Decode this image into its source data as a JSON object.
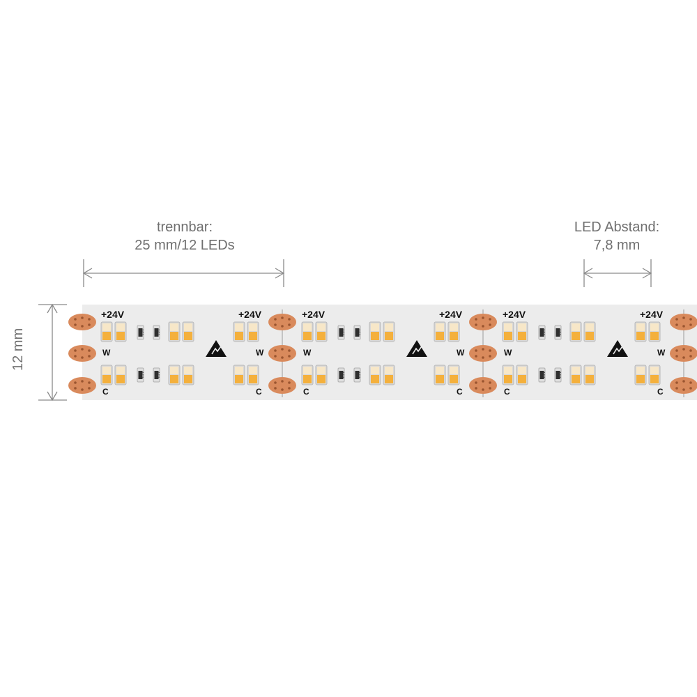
{
  "dimensions": {
    "separable_label": "trennbar:",
    "separable_value": "25 mm/12 LEDs",
    "spacing_label": "LED Abstand:",
    "spacing_value": "7,8 mm",
    "width_value": "12 mm"
  },
  "strip": {
    "voltage_label": "+24V",
    "warm_label": "W",
    "cold_label": "C",
    "resistor_code": "151",
    "colors": {
      "pcb": "#ececec",
      "pad": "#d98a5c",
      "led_warm": "#f4b03c",
      "led_cold": "#f7e7c8",
      "dimension_line": "#8a8a8a"
    }
  }
}
